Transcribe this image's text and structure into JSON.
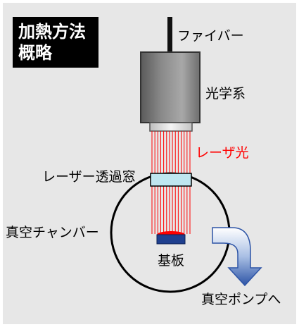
{
  "title": {
    "line1": "加熱方法",
    "line2": "概略"
  },
  "labels": {
    "fiber": "ファイバー",
    "optics": "光学系",
    "laser": "レーザ光",
    "window": "レーザー透過窓",
    "chamber": "真空チャンバー",
    "substrate": "基板",
    "pump": "真空ポンプへ"
  },
  "colors": {
    "background": "#e7e7e7",
    "laser": "#ff0000",
    "window": "#bfe6f0",
    "substrate": "#1f3f8f",
    "pump_arrow": "#3a5fa8"
  },
  "laser_beam_count": 14
}
